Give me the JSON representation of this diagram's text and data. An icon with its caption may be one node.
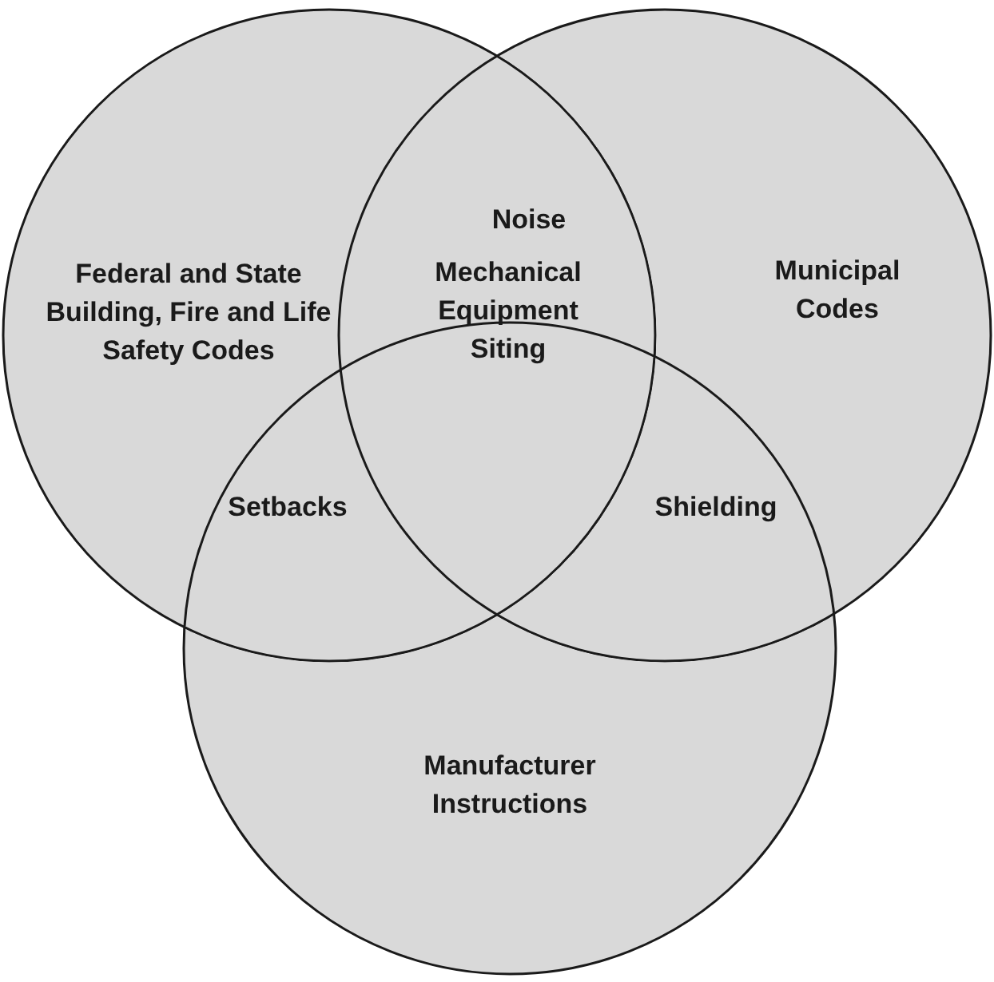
{
  "diagram": {
    "nodes": [
      {
        "text": [
          "Federal and State Building, Fire and Life Safety Codes"
        ]
      },
      {
        "text": [
          "Municipal Codes"
        ]
      },
      {
        "text": [
          "Manufacturer Instructions"
        ]
      }
    ],
    "edges": [],
    "labels": [
      "Noise",
      "Mechanical Equipment Siting",
      "Setbacks",
      "Shielding"
    ]
  }
}
